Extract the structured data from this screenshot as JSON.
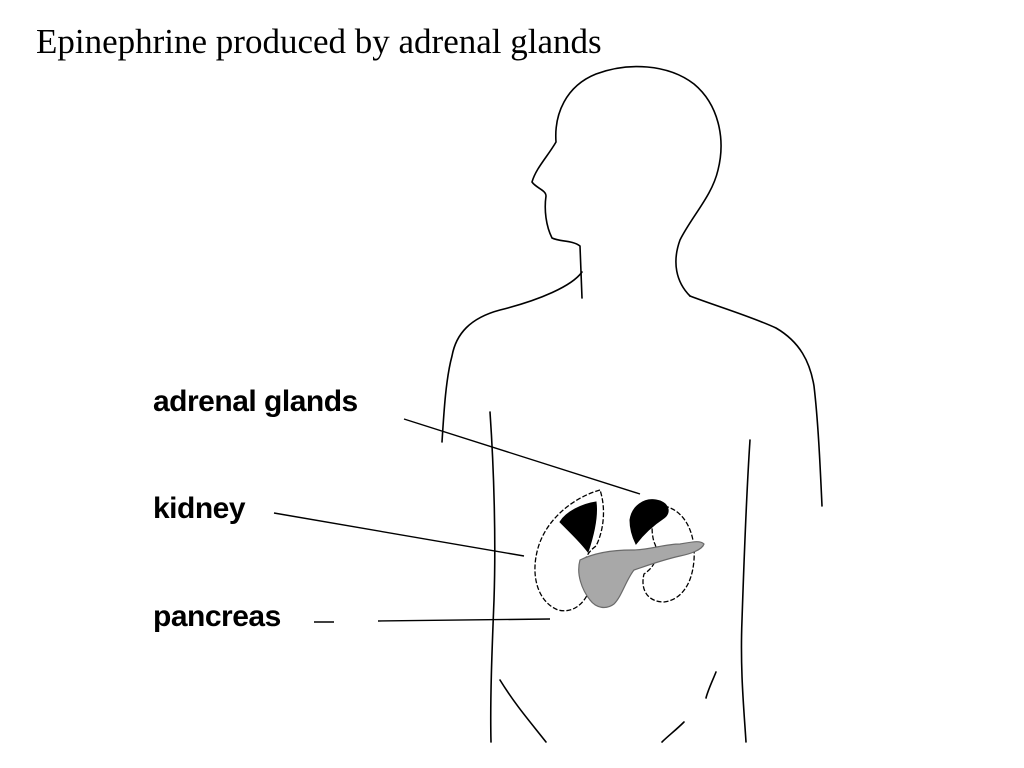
{
  "slide": {
    "title": "Epinephrine produced by adrenal glands"
  },
  "diagram": {
    "labels": {
      "adrenal_glands": "adrenal glands",
      "kidney": "kidney",
      "pancreas": "pancreas"
    },
    "colors": {
      "outline": "#000000",
      "adrenal_fill": "#000000",
      "pancreas_fill": "#a8a8a8"
    }
  }
}
